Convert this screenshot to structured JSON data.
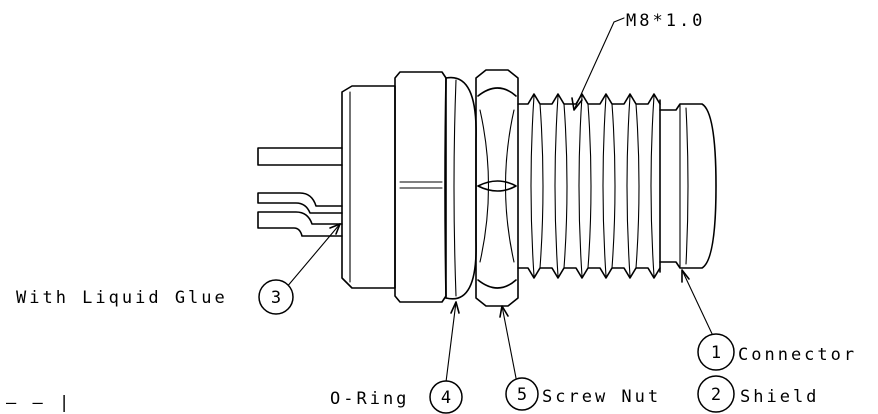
{
  "callouts": {
    "thread": {
      "text": "M8*1.0"
    },
    "glue": {
      "text": "With Liquid Glue",
      "number": "3"
    },
    "oring": {
      "text": "O-Ring",
      "number": "4"
    },
    "nut": {
      "text": "Screw Nut",
      "number": "5"
    },
    "connector": {
      "text": "Connector",
      "number": "1"
    },
    "shield": {
      "text": "Shield",
      "number": "2"
    }
  },
  "corner_fragment": {
    "text": "— — |"
  }
}
